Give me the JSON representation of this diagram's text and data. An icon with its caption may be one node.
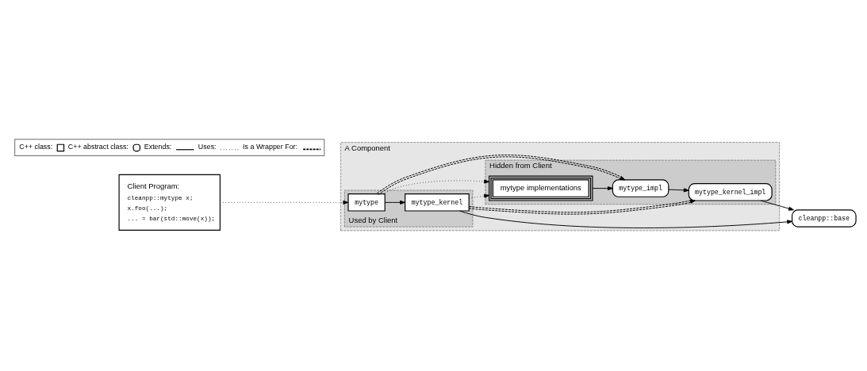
{
  "diagram": {
    "nodes": [
      {
        "text": [
          "A Component"
        ]
      },
      {
        "text": [
          "Used by Client"
        ],
        "in": 0
      },
      {
        "text": [
          "mytype_kernel"
        ],
        "in": 1
      },
      {
        "text": [
          "mytype"
        ],
        "in": 1
      },
      {
        "text": [
          "Hidden from Client"
        ],
        "in": 0
      },
      {
        "text": [
          "mytype_kernel_impl"
        ],
        "in": 4
      },
      {
        "text": [
          "mytype implementations"
        ],
        "in": 4
      },
      {
        "text": [
          "mytype_impl"
        ],
        "in": 4
      },
      {
        "text": [
          "cleanpp::base"
        ]
      },
      {
        "text": [
          "Client Program:",
          "cleanpp::mytype x;",
          "x.foo(...);",
          "... = bar(std::move(x));"
        ]
      }
    ],
    "edges": [
      {
        "from": 2,
        "to": 8,
        "arrow": "to"
      },
      {
        "from": 3,
        "to": 2,
        "arrow": "to"
      },
      {
        "from": 2,
        "to": 5,
        "arrow": "to",
        "style": "dashed"
      },
      {
        "from": 2,
        "to": 6,
        "arrow": "to",
        "style": "dashed"
      },
      {
        "from": 9,
        "to": 3,
        "arrow": "to",
        "style": "dashed"
      },
      {
        "from": 3,
        "to": 6,
        "arrow": "to",
        "style": "dashed"
      },
      {
        "from": 6,
        "to": 7,
        "arrow": "to"
      },
      {
        "from": 7,
        "to": 5,
        "arrow": "to"
      },
      {
        "from": 5,
        "to": 8,
        "arrow": "to"
      },
      {
        "from": 3,
        "to": 7,
        "arrow": "to",
        "style": "dashed"
      }
    ],
    "legend": [
      {
        "text": "C++ class:"
      },
      {
        "text": "C++ abstract class:"
      },
      {
        "text": "Extends:"
      },
      {
        "text": "Uses:"
      },
      {
        "text": "Is a Wrapper For:"
      }
    ]
  }
}
